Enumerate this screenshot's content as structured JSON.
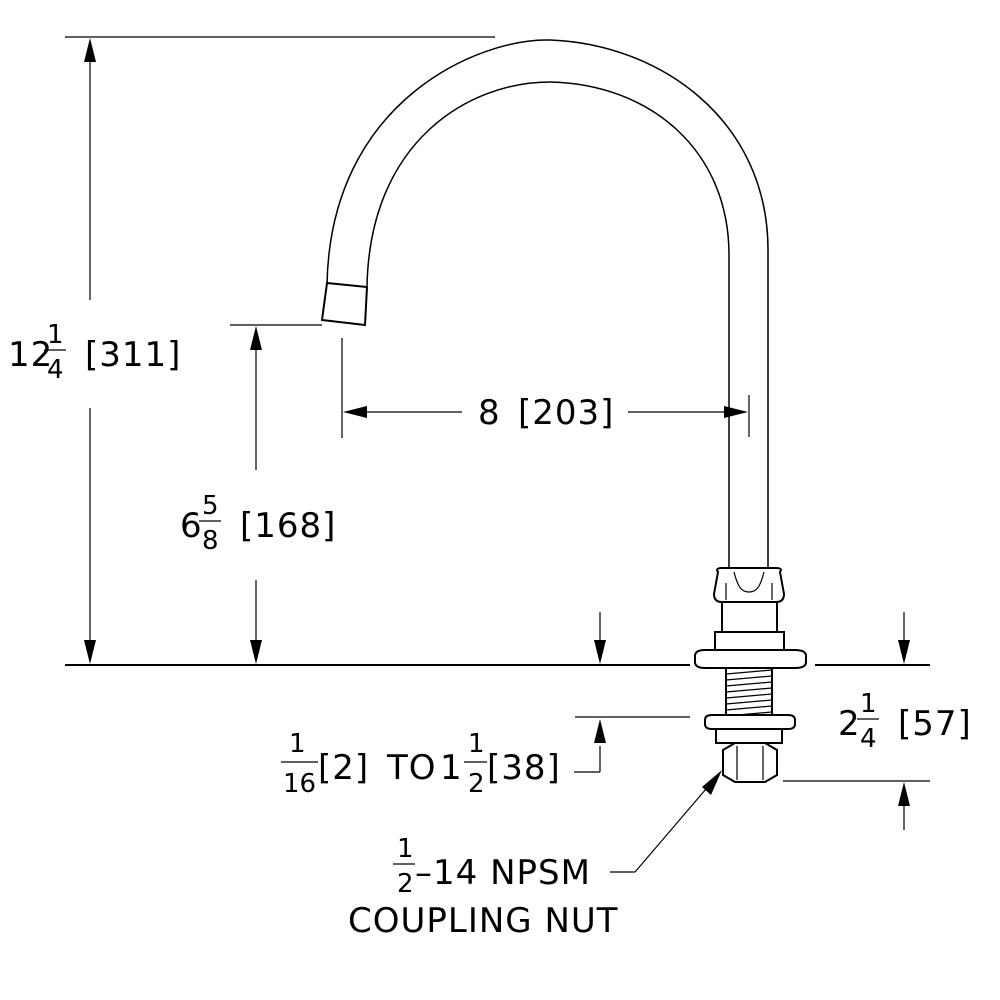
{
  "dimensions": {
    "overall_height": {
      "whole": "12",
      "num": "1",
      "den": "4",
      "metric": "[311]"
    },
    "outlet_height": {
      "whole": "6",
      "num": "5",
      "den": "8",
      "metric": "[168]"
    },
    "reach": {
      "value": "8",
      "metric": "[203]"
    },
    "shank_length": {
      "whole": "2",
      "num": "1",
      "den": "4",
      "metric": "[57]"
    },
    "deck_range": {
      "min_num": "1",
      "min_den": "16",
      "min_metric": "[2]",
      "connector": "TO",
      "max_whole": "1",
      "max_num": "1",
      "max_den": "2",
      "max_metric": "[38]"
    }
  },
  "callout": {
    "thread_num": "1",
    "thread_den": "2",
    "thread_spec": "–14 NPSM",
    "part_name": "COUPLING NUT"
  }
}
